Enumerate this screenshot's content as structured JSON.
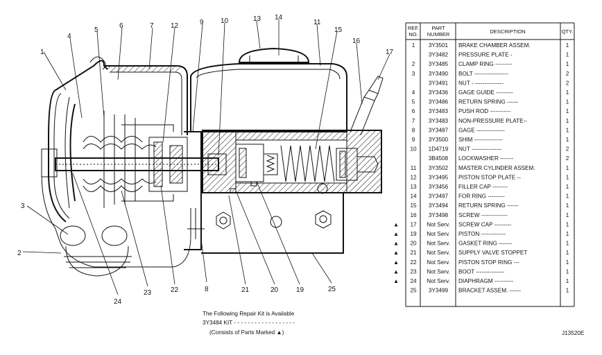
{
  "callouts": [
    {
      "id": "c1",
      "label": "1"
    },
    {
      "id": "c2",
      "label": "2"
    },
    {
      "id": "c3",
      "label": "3"
    },
    {
      "id": "c4",
      "label": "4"
    },
    {
      "id": "c5",
      "label": "5"
    },
    {
      "id": "c6",
      "label": "6"
    },
    {
      "id": "c7",
      "label": "7"
    },
    {
      "id": "c8",
      "label": "8"
    },
    {
      "id": "c9",
      "label": "9"
    },
    {
      "id": "c10",
      "label": "10"
    },
    {
      "id": "c11",
      "label": "11"
    },
    {
      "id": "c12",
      "label": "12"
    },
    {
      "id": "c13",
      "label": "13"
    },
    {
      "id": "c14",
      "label": "14"
    },
    {
      "id": "c15",
      "label": "15"
    },
    {
      "id": "c16",
      "label": "16"
    },
    {
      "id": "c17",
      "label": "17"
    },
    {
      "id": "c19",
      "label": "19"
    },
    {
      "id": "c20",
      "label": "20"
    },
    {
      "id": "c21",
      "label": "21"
    },
    {
      "id": "c22",
      "label": "22"
    },
    {
      "id": "c23",
      "label": "23"
    },
    {
      "id": "c24",
      "label": "24"
    },
    {
      "id": "c25",
      "label": "25"
    }
  ],
  "parts_table": {
    "header": {
      "ref_no_line1": "REF.",
      "ref_no_line2": "NO.",
      "part_number_line1": "PART",
      "part_number_line2": "NUMBER",
      "description": "DESCRIPTION",
      "qty": "QTY."
    },
    "rows": [
      {
        "mark": "",
        "ref": "1",
        "part": "3Y3501",
        "desc": "BRAKE CHAMBER ASSEM.",
        "qty": "1"
      },
      {
        "mark": "",
        "ref": "",
        "part": "3Y3482",
        "desc": "PRESSURE PLATE -",
        "qty": "1"
      },
      {
        "mark": "",
        "ref": "2",
        "part": "3Y3485",
        "desc": "CLAMP RING ---------",
        "qty": "1"
      },
      {
        "mark": "",
        "ref": "3",
        "part": "3Y3490",
        "desc": "BOLT ------------------",
        "qty": "2"
      },
      {
        "mark": "",
        "ref": "",
        "part": "3Y3491",
        "desc": "NUT - ---------------",
        "qty": "2"
      },
      {
        "mark": "",
        "ref": "4",
        "part": "3Y3436",
        "desc": "GAGE GUIDE ---------",
        "qty": "1"
      },
      {
        "mark": "",
        "ref": "5",
        "part": "3Y3486",
        "desc": "RETURN SPRING ------",
        "qty": "1"
      },
      {
        "mark": "",
        "ref": "6",
        "part": "3Y3483",
        "desc": "PUSH ROD -----------",
        "qty": "1"
      },
      {
        "mark": "",
        "ref": "7",
        "part": "3Y3483",
        "desc": "NON-PRESSURE PLATE--",
        "qty": "1"
      },
      {
        "mark": "",
        "ref": "8",
        "part": "3Y3487",
        "desc": "GAGE ---------------",
        "qty": "1"
      },
      {
        "mark": "",
        "ref": "9",
        "part": "3Y3500",
        "desc": "SHIM ---------------",
        "qty": "1"
      },
      {
        "mark": "",
        "ref": "10",
        "part": "1D4719",
        "desc": "NUT ----------------",
        "qty": "2"
      },
      {
        "mark": "",
        "ref": "",
        "part": "3B4508",
        "desc": "LOCKWASHER -------",
        "qty": "2"
      },
      {
        "mark": "",
        "ref": "11",
        "part": "3Y3502",
        "desc": "MASTER CYLINDER ASSEM.",
        "qty": "1"
      },
      {
        "mark": "",
        "ref": "12",
        "part": "3Y3495",
        "desc": "PISTON STOP PLATE --",
        "qty": "1"
      },
      {
        "mark": "",
        "ref": "13",
        "part": "3Y3456",
        "desc": "FILLER CAP --------",
        "qty": "1"
      },
      {
        "mark": "",
        "ref": "14",
        "part": "3Y3497",
        "desc": "FOR RING ---------",
        "qty": "1"
      },
      {
        "mark": "",
        "ref": "15",
        "part": "3Y3494",
        "desc": "RETURN SPRING ------",
        "qty": "1"
      },
      {
        "mark": "",
        "ref": "16",
        "part": "3Y3498",
        "desc": "SCREW --------------",
        "qty": "1"
      },
      {
        "mark": "▲",
        "ref": "17",
        "part": "Not Serv.",
        "desc": "SCREW CAP ---------",
        "qty": "1"
      },
      {
        "mark": "▲",
        "ref": "19",
        "part": "Not Serv.",
        "desc": "PISTON -------------",
        "qty": "1"
      },
      {
        "mark": "▲",
        "ref": "20",
        "part": "Not Serv.",
        "desc": "GASKET RING -------",
        "qty": "1"
      },
      {
        "mark": "▲",
        "ref": "21",
        "part": "Not Serv.",
        "desc": "SUPPLY VALVE STOPPET",
        "qty": "1"
      },
      {
        "mark": "▲",
        "ref": "22",
        "part": "Not Serv.",
        "desc": "PISTON STOP RING ---",
        "qty": "1"
      },
      {
        "mark": "▲",
        "ref": "23",
        "part": "Not Serv.",
        "desc": "BOOT ---------------",
        "qty": "1"
      },
      {
        "mark": "▲",
        "ref": "24",
        "part": "Not Serv.",
        "desc": "DIAPHRAGM ----------",
        "qty": "1"
      },
      {
        "mark": "",
        "ref": "25",
        "part": "3Y3499",
        "desc": "BRACKET ASSEM. ------",
        "qty": "1"
      }
    ]
  },
  "repair_kit": {
    "line1": "The Following Repair Kit is Available",
    "line2": "3Y3484 KIT - - - - - - - - - - - - - - - - - -",
    "line3": "(Consists of Parts Marked ▲)"
  },
  "figure_id": "J13520E"
}
